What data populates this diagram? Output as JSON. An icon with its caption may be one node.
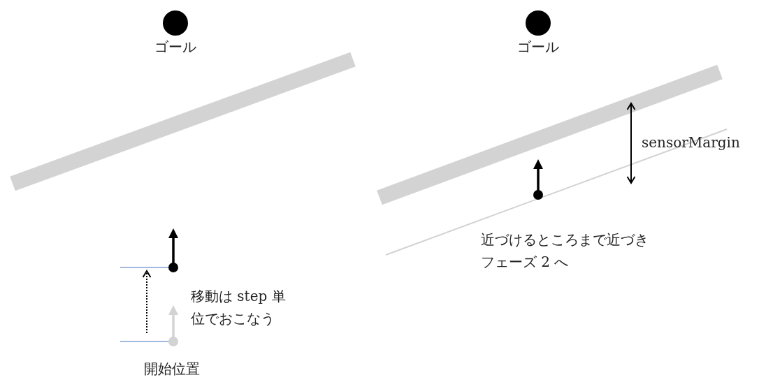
{
  "diagram": {
    "nodes": [
      {
        "text": [
          "ゴール"
        ]
      },
      {
        "text": [
          "ゴール"
        ]
      }
    ],
    "labels": [
      "sensorMargin",
      "近づけるところまで近づきフェーズ 2 へ",
      "移動は step 単位でおこなう",
      "開始位置"
    ]
  }
}
